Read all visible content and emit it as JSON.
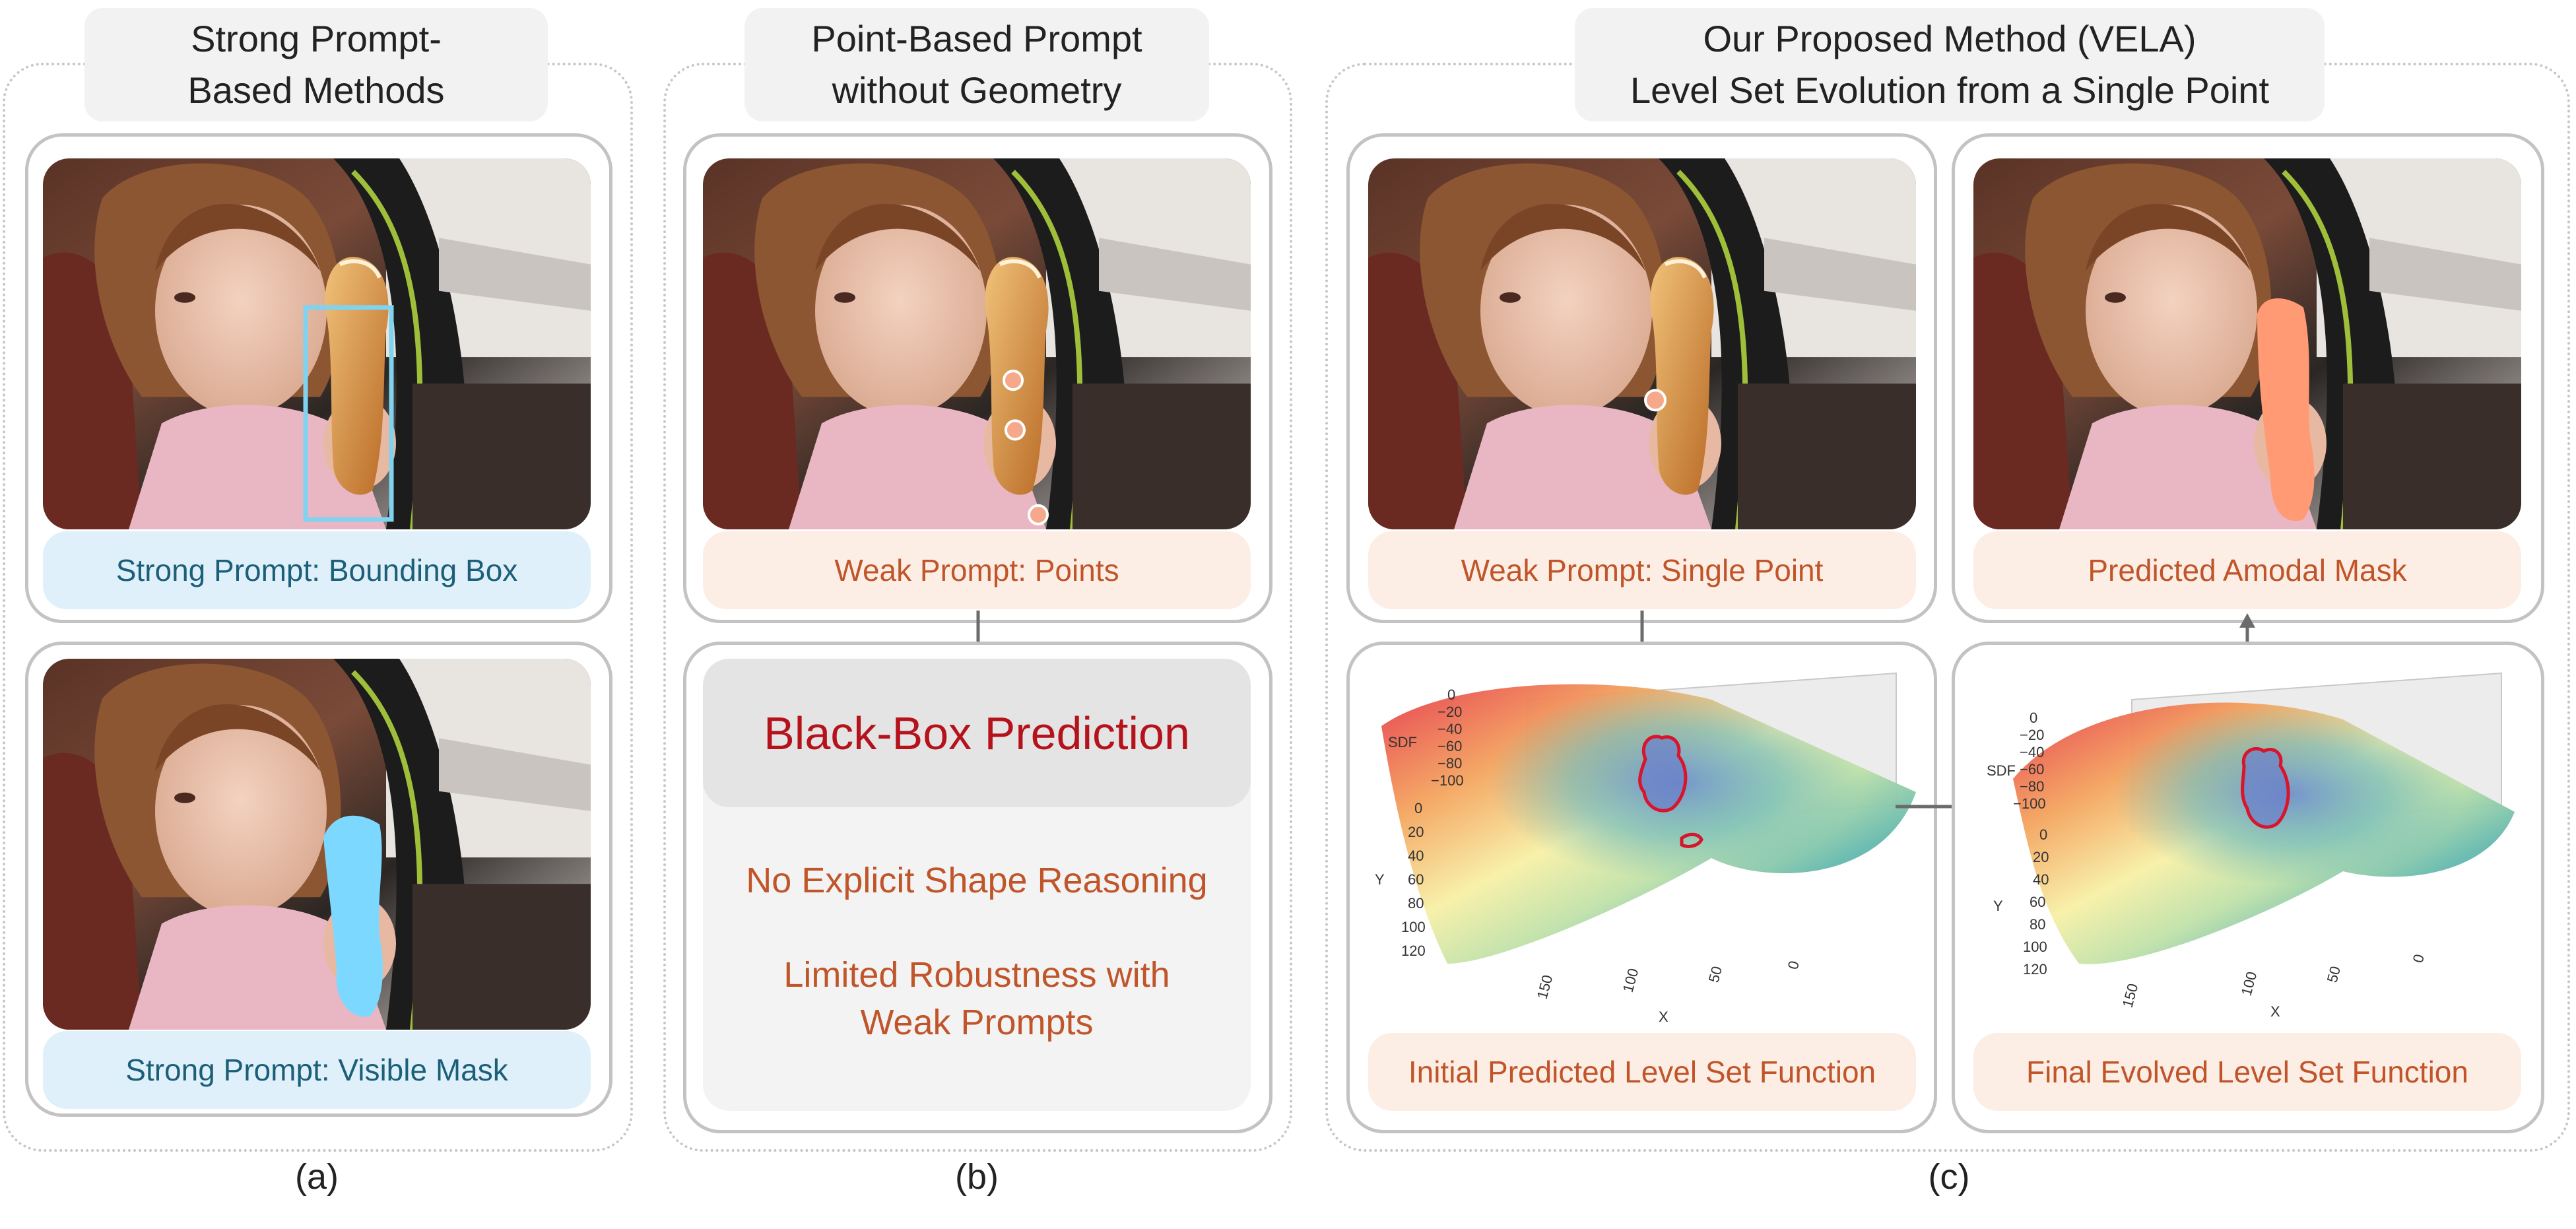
{
  "panels": {
    "a": {
      "title": "Strong Prompt-\nBased Methods",
      "label_top": "Strong Prompt: Bounding Box",
      "label_bottom": "Strong Prompt: Visible Mask",
      "caption": "(a)"
    },
    "b": {
      "title": "Point-Based Prompt\nwithout Geometry",
      "label_top": "Weak Prompt: Points",
      "blackbox_title": "Black-Box Prediction",
      "blackbox_line1": "No Explicit Shape Reasoning",
      "blackbox_line2": "Limited Robustness with\nWeak Prompts",
      "caption": "(b)"
    },
    "c": {
      "title": "Our Proposed Method (VELA)\nLevel Set Evolution from a Single Point",
      "label_single_point": "Weak Prompt: Single Point",
      "label_amodal": "Predicted Amodal Mask",
      "label_initial": "Initial Predicted Level Set Function",
      "label_final": "Final Evolved Level Set Function",
      "caption": "(c)"
    }
  },
  "plots": {
    "sdf_label": "SDF",
    "y_label": "Y",
    "x_label": "X",
    "initial_z_ticks": [
      "0",
      "−20",
      "−40",
      "−60",
      "−80",
      "−100"
    ],
    "final_z_ticks": [
      "0",
      "−20",
      "−40",
      "−60",
      "−80",
      "−100"
    ],
    "y_ticks": [
      "0",
      "20",
      "40",
      "60",
      "80",
      "100",
      "120"
    ],
    "x_ticks": [
      "150",
      "100",
      "50",
      "0"
    ]
  },
  "colors": {
    "box_prompt": "#7fd3f0",
    "visible_mask": "#7dd8ff",
    "point_marker": "#f5a88a",
    "amodal_mask": "#ff9a74",
    "contour": "#d8152a",
    "arrow": "#6b6b6b"
  }
}
